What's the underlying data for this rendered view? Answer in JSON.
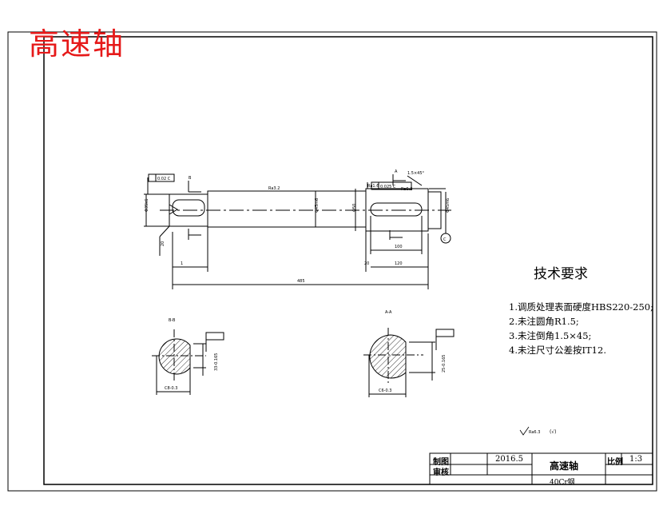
{
  "header": {
    "title": "高速轴"
  },
  "tech": {
    "title": "技术要求",
    "items": [
      "1.调质处理表面硬度HBS220-250;",
      "2.未注圆角R1.5;",
      "3.未注倒角1.5×45;",
      "4.未注尺寸公差按IT12."
    ]
  },
  "drawing": {
    "overall_length": "485",
    "dim_left": "1",
    "dim_left_bottom": "20",
    "dim_right_small": "20",
    "dim_right_len": "120",
    "dim_key_len": "100",
    "chamfer": "1.5×45°",
    "view_b_label": "B",
    "view_a_label": "A",
    "section_b_title": "B-B",
    "section_a_title": "A-A",
    "section_b_width": "C8-0.3",
    "section_a_width": "C6-0.3",
    "section_b_depth": "33-0.165",
    "section_a_depth": "25-0.165",
    "datum_c": "C",
    "roughness_a": "Ra3.2",
    "roughness_b": "Ra1.6",
    "roughness_c": "Ra6.3",
    "tol_frame_1": "0.02 C",
    "tol_frame_2": "0.025 C",
    "roughness_general": "Ra6.3",
    "roughness_general_paren": "(√)",
    "dia_left": "Φ35k6",
    "dia_mid": "Φ45m6",
    "dia_right": "Φ50",
    "dia_right_end": "Φ45m6"
  },
  "title_block": {
    "drawn_label": "制图",
    "checked_label": "审核",
    "date": "2016.5",
    "part_name": "高速轴",
    "material": "40Cr钢",
    "scale_label": "比例",
    "scale_value": "1:3"
  }
}
